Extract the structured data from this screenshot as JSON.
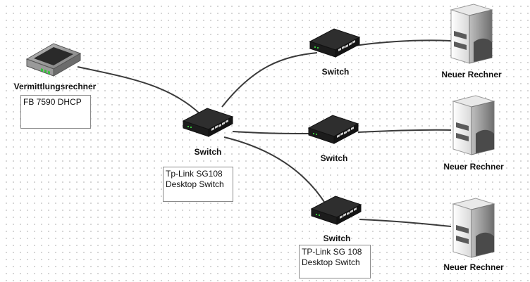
{
  "nodes": {
    "modem": {
      "label": "Vermittlungsrechner",
      "icon": "router-icon"
    },
    "switch_center": {
      "label": "Switch",
      "icon": "network-switch-icon"
    },
    "switch_top": {
      "label": "Switch",
      "icon": "network-switch-icon"
    },
    "switch_middle": {
      "label": "Switch",
      "icon": "network-switch-icon"
    },
    "switch_bottom": {
      "label": "Switch",
      "icon": "network-switch-icon"
    },
    "pc_top": {
      "label": "Neuer Rechner",
      "icon": "server-tower-icon"
    },
    "pc_middle": {
      "label": "Neuer Rechner",
      "icon": "server-tower-icon"
    },
    "pc_bottom": {
      "label": "Neuer Rechner",
      "icon": "server-tower-icon"
    }
  },
  "notes": {
    "modem_note": {
      "line1": "FB 7590 DHCP"
    },
    "center_note": {
      "line1": "Tp-Link SG108",
      "line2": "Desktop Switch"
    },
    "bottom_note": {
      "line1": "TP-Link SG 108",
      "line2": "Desktop Switch"
    }
  },
  "edges": [
    {
      "from": "modem",
      "to": "switch_center"
    },
    {
      "from": "switch_center",
      "to": "switch_top"
    },
    {
      "from": "switch_center",
      "to": "switch_middle"
    },
    {
      "from": "switch_center",
      "to": "switch_bottom"
    },
    {
      "from": "switch_top",
      "to": "pc_top"
    },
    {
      "from": "switch_middle",
      "to": "pc_middle"
    },
    {
      "from": "switch_bottom",
      "to": "pc_bottom"
    }
  ],
  "colors": {
    "edge": "#3a3a3a",
    "switch_body": "#1c1c1c",
    "port_led": "#35c43a",
    "server_light": "#f2f2f2",
    "server_dark": "#5a5a5a"
  }
}
